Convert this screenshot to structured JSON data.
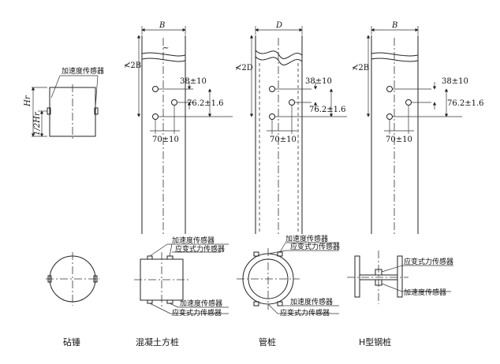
{
  "labels": {
    "accelerometer": "加速度传感器",
    "strain_sensor": "应变式力传感器"
  },
  "dims": {
    "B": "B",
    "D": "D",
    "len_2B": "≮2B",
    "len_2D": "≮2D",
    "spacing_38": "38±10",
    "spacing_76": "76.2±1.6",
    "spacing_70": "70±10",
    "Hr": "Hr",
    "half_Hr": "1/2Hr"
  },
  "captions": {
    "anvil": "砧锤",
    "concrete_pile": "混凝土方桩",
    "pipe_pile": "管桩",
    "h_pile": "H型钢桩"
  }
}
